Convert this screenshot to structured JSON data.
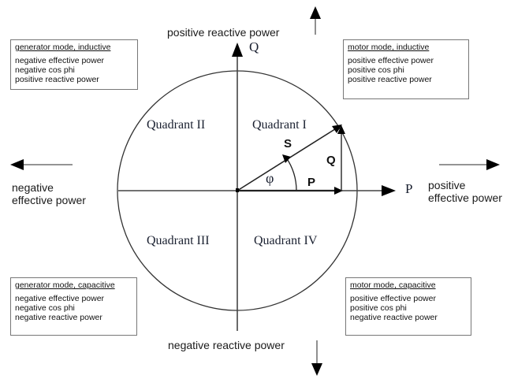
{
  "axes": {
    "q_label": "Q",
    "p_label": "P",
    "positive_reactive": "positive reactive power",
    "negative_reactive": "negative reactive power",
    "negative_effective_line1": "negative",
    "negative_effective_line2": "effective power",
    "positive_effective_line1": "positive",
    "positive_effective_line2": "effective power"
  },
  "quadrants": {
    "q1": "Quadrant I",
    "q2": "Quadrant II",
    "q3": "Quadrant III",
    "q4": "Quadrant IV"
  },
  "vectors": {
    "s": "S",
    "p": "P",
    "q": "Q",
    "phi": "φ"
  },
  "boxes": {
    "top_left": {
      "title": "generator mode, inductive",
      "lines": [
        "negative effective power",
        "negative cos phi",
        "positive reactive power"
      ]
    },
    "top_right": {
      "title": "motor mode, inductive",
      "lines": [
        "positive effective power",
        "positive cos phi",
        "positive reactive power"
      ]
    },
    "bottom_left": {
      "title": "generator mode, capacitive",
      "lines": [
        "negative effective power",
        "negative cos phi",
        "negative reactive power"
      ]
    },
    "bottom_right": {
      "title": "motor mode, capacitive",
      "lines": [
        "positive effective power",
        "positive cos phi",
        "negative reactive power"
      ]
    }
  },
  "colors": {
    "line": "#333333",
    "text": "#111111",
    "serif_text": "#1a2030"
  }
}
